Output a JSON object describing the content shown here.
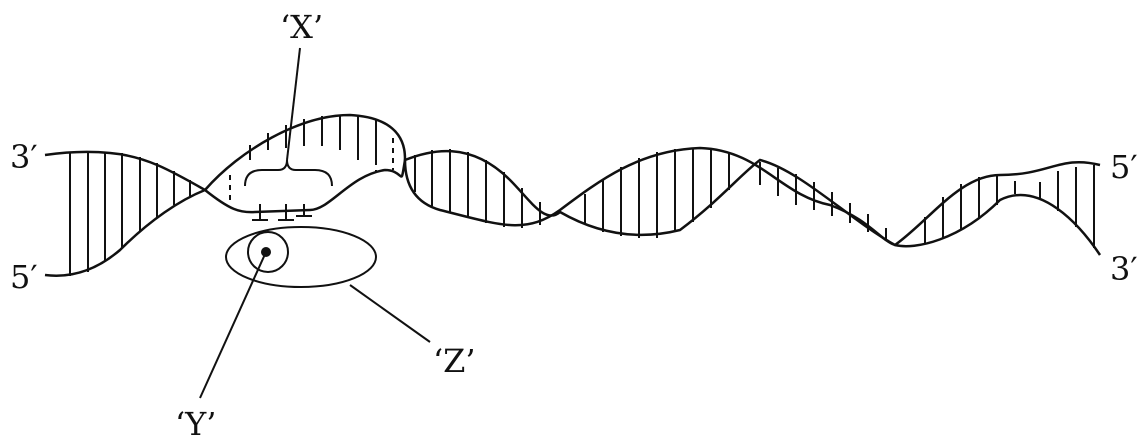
{
  "labels": {
    "x": "‘X’",
    "y": "‘Y’",
    "z": "‘Z’",
    "left_top": "3′",
    "left_bottom": "5′",
    "right_top": "5′",
    "right_bottom": "3′"
  }
}
